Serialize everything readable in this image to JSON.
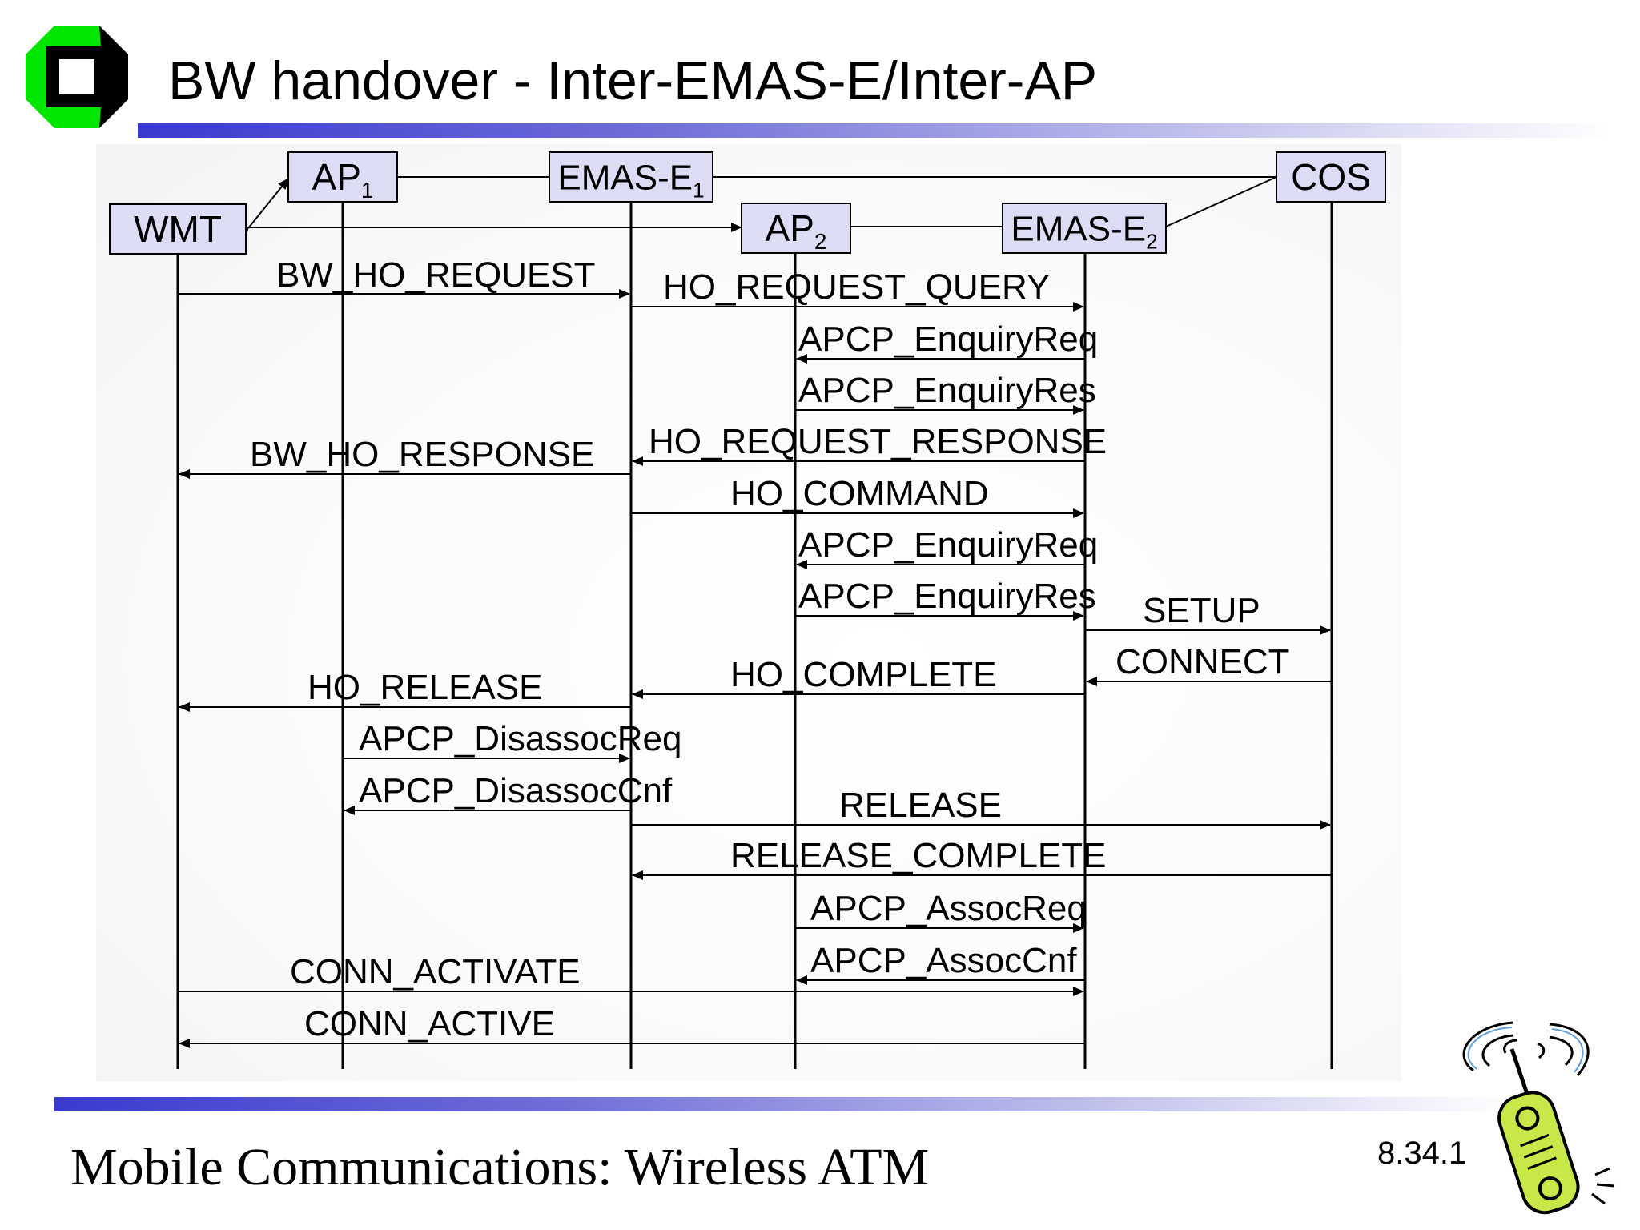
{
  "slide": {
    "title": "BW handover - Inter-EMAS-E/Inter-AP",
    "footer_title": "Mobile Communications: Wireless ATM",
    "slide_number": "8.34.1",
    "logo_icon": "university-logo-icon",
    "phone_icon": "wireless-phone-icon",
    "accent_color": "#3a3ad0",
    "logo_color": "#00e000"
  },
  "entities": [
    {
      "id": "WMT",
      "label": "WMT",
      "sub": ""
    },
    {
      "id": "AP1",
      "label": "AP",
      "sub": "1"
    },
    {
      "id": "EMAS1",
      "label": "EMAS-E",
      "sub": "1"
    },
    {
      "id": "AP2",
      "label": "AP",
      "sub": "2"
    },
    {
      "id": "EMAS2",
      "label": "EMAS-E",
      "sub": "2"
    },
    {
      "id": "COS",
      "label": "COS",
      "sub": ""
    }
  ],
  "messages": [
    {
      "from": "WMT",
      "to": "EMAS1",
      "label": "BW_HO_REQUEST"
    },
    {
      "from": "EMAS1",
      "to": "EMAS2",
      "label": "HO_REQUEST_QUERY"
    },
    {
      "from": "EMAS2",
      "to": "AP2",
      "label": "APCP_EnquiryReq"
    },
    {
      "from": "AP2",
      "to": "EMAS2",
      "label": "APCP_EnquiryRes"
    },
    {
      "from": "EMAS2",
      "to": "EMAS1",
      "label": "HO_REQUEST_RESPONSE"
    },
    {
      "from": "EMAS1",
      "to": "WMT",
      "label": "BW_HO_RESPONSE"
    },
    {
      "from": "EMAS1",
      "to": "EMAS2",
      "label": "HO_COMMAND"
    },
    {
      "from": "EMAS2",
      "to": "AP2",
      "label": "APCP_EnquiryReq"
    },
    {
      "from": "AP2",
      "to": "EMAS2",
      "label": "APCP_EnquiryRes"
    },
    {
      "from": "EMAS2",
      "to": "COS",
      "label": "SETUP"
    },
    {
      "from": "COS",
      "to": "EMAS2",
      "label": "CONNECT"
    },
    {
      "from": "EMAS2",
      "to": "EMAS1",
      "label": "HO_COMPLETE"
    },
    {
      "from": "EMAS1",
      "to": "WMT",
      "label": "HO_RELEASE"
    },
    {
      "from": "AP1",
      "to": "EMAS1",
      "label": "APCP_DisassocReq"
    },
    {
      "from": "EMAS1",
      "to": "AP1",
      "label": "APCP_DisassocCnf"
    },
    {
      "from": "EMAS1",
      "to": "COS",
      "label": "RELEASE"
    },
    {
      "from": "COS",
      "to": "EMAS1",
      "label": "RELEASE_COMPLETE"
    },
    {
      "from": "AP2",
      "to": "EMAS2",
      "label": "APCP_AssocReq"
    },
    {
      "from": "EMAS2",
      "to": "AP2",
      "label": "APCP_AssocCnf"
    },
    {
      "from": "WMT",
      "to": "EMAS2",
      "label": "CONN_ACTIVATE"
    },
    {
      "from": "EMAS2",
      "to": "WMT",
      "label": "CONN_ACTIVE"
    }
  ]
}
